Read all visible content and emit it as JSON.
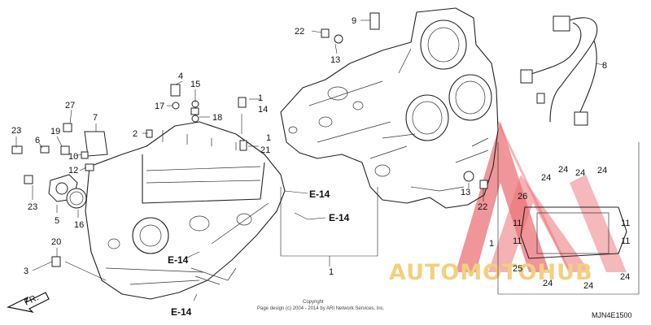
{
  "diagram": {
    "callouts": [
      {
        "id": "c1",
        "text": "1"
      },
      {
        "id": "c2",
        "text": "1"
      },
      {
        "id": "c3",
        "text": "1"
      },
      {
        "id": "c4",
        "text": "1"
      },
      {
        "id": "c5",
        "text": "2"
      },
      {
        "id": "c6",
        "text": "3"
      },
      {
        "id": "c7",
        "text": "4"
      },
      {
        "id": "c8",
        "text": "5"
      },
      {
        "id": "c9",
        "text": "6"
      },
      {
        "id": "c10",
        "text": "7"
      },
      {
        "id": "c11",
        "text": "8"
      },
      {
        "id": "c12",
        "text": "9"
      },
      {
        "id": "c13",
        "text": "10"
      },
      {
        "id": "c14",
        "text": "11"
      },
      {
        "id": "c15",
        "text": "11"
      },
      {
        "id": "c16",
        "text": "11"
      },
      {
        "id": "c17",
        "text": "11"
      },
      {
        "id": "c18",
        "text": "12"
      },
      {
        "id": "c19",
        "text": "13"
      },
      {
        "id": "c20",
        "text": "13"
      },
      {
        "id": "c21",
        "text": "14"
      },
      {
        "id": "c22",
        "text": "15"
      },
      {
        "id": "c23",
        "text": "16"
      },
      {
        "id": "c24",
        "text": "17"
      },
      {
        "id": "c25",
        "text": "18"
      },
      {
        "id": "c26",
        "text": "19"
      },
      {
        "id": "c27",
        "text": "20"
      },
      {
        "id": "c28",
        "text": "21"
      },
      {
        "id": "c29",
        "text": "22"
      },
      {
        "id": "c30",
        "text": "22"
      },
      {
        "id": "c31",
        "text": "23"
      },
      {
        "id": "c32",
        "text": "23"
      },
      {
        "id": "c33",
        "text": "24"
      },
      {
        "id": "c34",
        "text": "24"
      },
      {
        "id": "c35",
        "text": "24"
      },
      {
        "id": "c36",
        "text": "24"
      },
      {
        "id": "c37",
        "text": "24"
      },
      {
        "id": "c38",
        "text": "24"
      },
      {
        "id": "c39",
        "text": "24"
      },
      {
        "id": "c40",
        "text": "25"
      },
      {
        "id": "c41",
        "text": "26"
      },
      {
        "id": "c42",
        "text": "27"
      }
    ],
    "references": [
      "E-14",
      "E-14",
      "E-14",
      "E-14"
    ],
    "front_arrow": "FR.",
    "copyright_line1": "Copyright",
    "copyright_line2": "Page design (c) 2004 - 2014 by ARI Network Services, Inc.",
    "diagram_code": "MJN4E1500",
    "watermark": "AUTOMOTOHUB",
    "colors": {
      "line": "#222222",
      "watermark_red": "#e8595f",
      "watermark_gold": "#f0c869"
    }
  }
}
